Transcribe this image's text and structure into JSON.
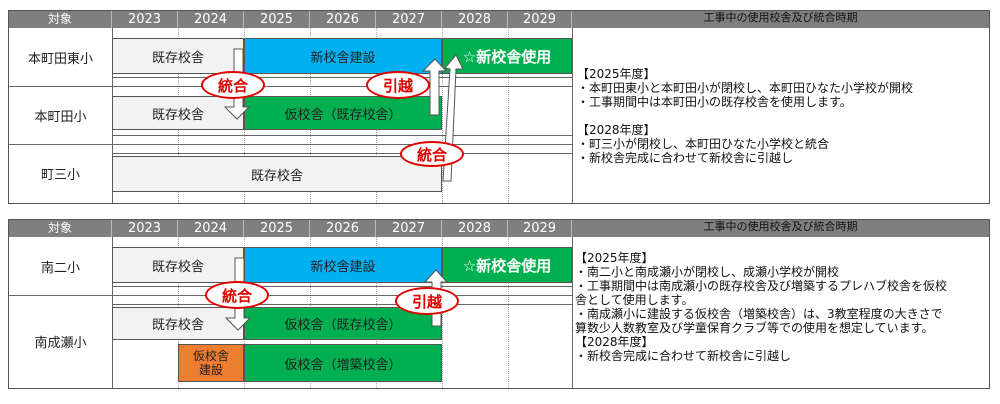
{
  "header": {
    "col_label": "対象",
    "years": [
      "2023",
      "2024",
      "2025",
      "2026",
      "2027",
      "2028",
      "2029"
    ],
    "info_title": "工事中の使用校舎及び統合時期"
  },
  "panel1": {
    "schools": [
      "本町田東小",
      "本町田小",
      "町三小"
    ],
    "bars": {
      "r1_existing": "既存校舎",
      "r1_new": "新校舎建設",
      "r1_use": "☆新校舎使用",
      "r2_existing": "既存校舎",
      "r2_temp": "仮校舎（既存校舎）",
      "r3_existing": "既存校舎"
    },
    "ovals": {
      "merge1": "統合",
      "move": "引越",
      "merge2": "統合"
    },
    "info": [
      "【2025年度】",
      "・本町田東小と本町田小が閉校し、本町田ひなた小学校が開校",
      "・工事期間中は本町田小の既存校舎を使用します。",
      "",
      "【2028年度】",
      "・町三小が閉校し、本町田ひなた小学校と統合",
      "・新校舎完成に合わせて新校舎に引越し"
    ]
  },
  "panel2": {
    "schools": [
      "南二小",
      "南成瀬小"
    ],
    "bars": {
      "r1_existing": "既存校舎",
      "r1_new": "新校舎建設",
      "r1_use": "☆新校舎使用",
      "r2_existing": "既存校舎",
      "r2_temp": "仮校舎（既存校舎）",
      "r3_build": "仮校舎\n建設",
      "r3_temp": "仮校舎（増築校舎）"
    },
    "ovals": {
      "merge": "統合",
      "move": "引越"
    },
    "info": [
      "【2025年度】",
      "・南二小と南成瀬小が閉校し、成瀬小学校が開校",
      "・工事期間中は南成瀬小の既存校舎及び増築するプレハブ校舎を仮校",
      "舎として使用します。",
      "・南成瀬小に建設する仮校舎（増築校舎）は、3教室程度の大きさで",
      "算数少人数教室及び学童保育クラブ等での使用を想定しています。",
      "【2028年度】",
      "・新校舎完成に合わせて新校舎に引越し"
    ]
  }
}
